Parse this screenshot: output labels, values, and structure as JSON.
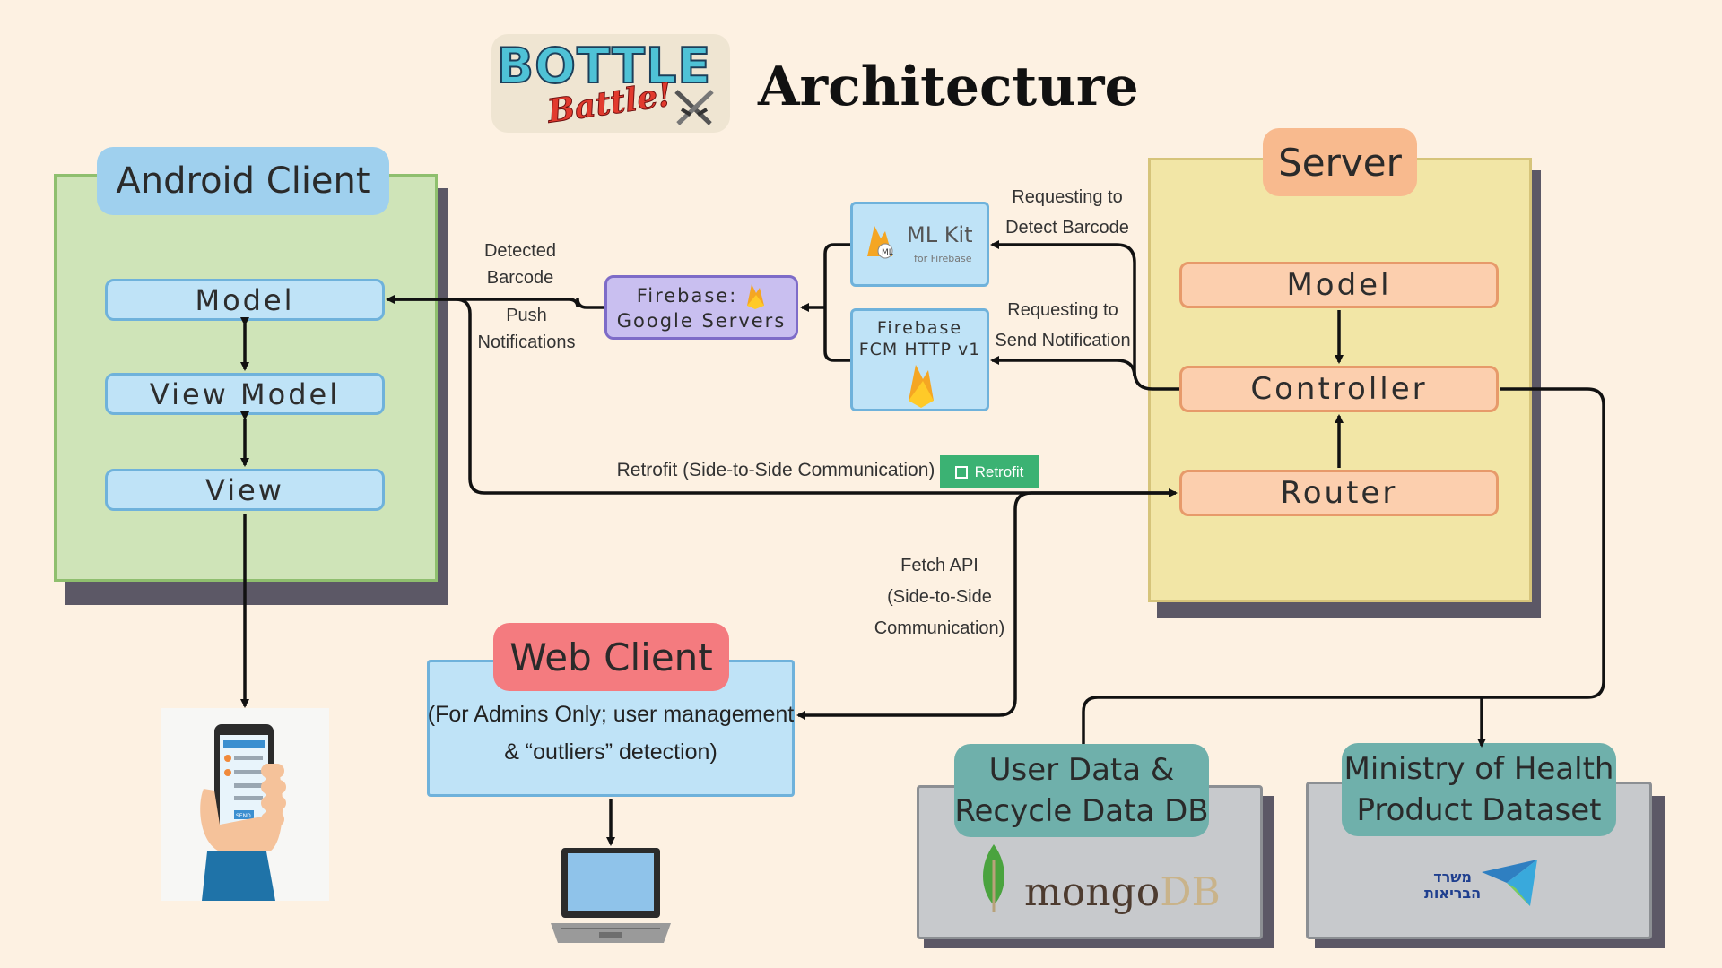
{
  "header": {
    "logo_line1": "BOTTLE",
    "logo_line2": "Battle!",
    "title": "Architecture"
  },
  "android": {
    "title": "Android Client",
    "model": "Model",
    "view_model": "View Model",
    "view": "View"
  },
  "server": {
    "title": "Server",
    "model": "Model",
    "controller": "Controller",
    "router": "Router"
  },
  "firebase": {
    "line1": "Firebase:",
    "line2": "Google Servers"
  },
  "mlkit": {
    "name": "ML Kit",
    "sub": "for Firebase"
  },
  "fcm": {
    "line1": "Firebase",
    "line2": "FCM HTTP v1"
  },
  "labels": {
    "detected_1": "Detected",
    "detected_2": "Barcode",
    "push_1": "Push",
    "push_2": "Notifications",
    "req_detect_1": "Requesting to",
    "req_detect_2": "Detect Barcode",
    "req_notif_1": "Requesting to",
    "req_notif_2": "Send Notification",
    "retrofit_comm": "Retrofit (Side-to-Side Communication)",
    "retrofit_badge": "Retrofit",
    "fetch_1": "Fetch API",
    "fetch_2": "(Side-to-Side",
    "fetch_3": "Communication)"
  },
  "web": {
    "title": "Web Client",
    "desc_1": "(For Admins Only; user management",
    "desc_2": "& “outliers” detection)"
  },
  "db1": {
    "title_1": "User Data &",
    "title_2": "Recycle Data DB",
    "logo_a": "mongo",
    "logo_b": "DB"
  },
  "db2": {
    "title_1": "Ministry of Health",
    "title_2": "Product Dataset",
    "logo_1": "משרד",
    "logo_2": "הבריאות"
  },
  "phone": {
    "button": "SEND"
  },
  "colors": {
    "background": "#fdf1e2",
    "android_panel": "#cfe4b8",
    "server_panel": "#f2e6a6",
    "pill_blue": "#bfe3f7",
    "pill_orange": "#fccfae",
    "firebase_purple": "#c9bff0",
    "web_title": "#f47b7f",
    "db_title": "#6fb0ab",
    "db_panel": "#c7c9cc",
    "retrofit_green": "#3bb273",
    "arrow": "#111111"
  }
}
